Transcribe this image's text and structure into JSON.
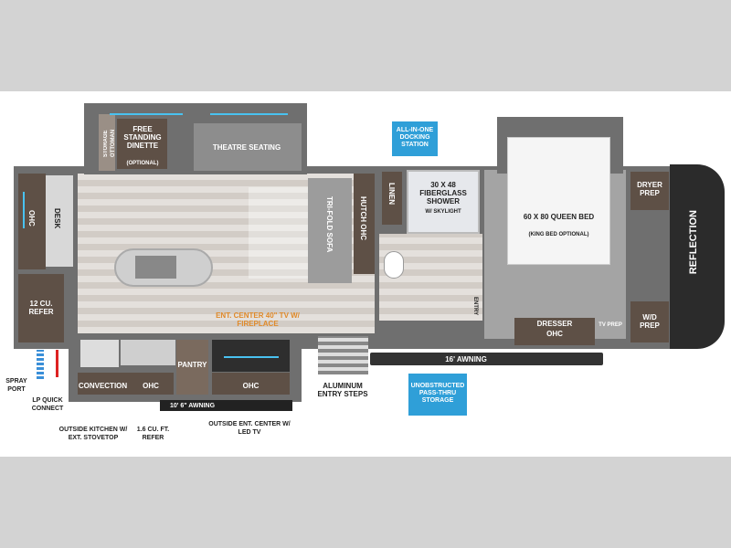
{
  "labels": {
    "free_standing_dinette": "FREE STANDING DINETTE",
    "optional": "(OPTIONAL)",
    "storage_ottoman": "STORAGE OTTOMAN",
    "theatre_seating": "THEATRE SEATING",
    "ohc_left": "OHC",
    "desk": "DESK",
    "refer_12": "12 CU. REFER",
    "ent_center": "ENT. CENTER 40\" TV w/ FIREPLACE",
    "tri_fold_sofa": "TRI-FOLD SOFA",
    "hutch_ohc": "HUTCH OHC",
    "linen": "LINEN",
    "shower": "30 x 48 FIBERGLASS SHOWER",
    "skylight": "w/ SKYLIGHT",
    "queen_bed": "60 x 80 QUEEN BED",
    "king_optional": "(KING BED OPTIONAL)",
    "dryer_prep": "DRYER PREP",
    "wd_prep": "W/D PREP",
    "tv_prep": "TV PREP",
    "dresser": "DRESSER",
    "dresser_ohc": "OHC",
    "entry": "ENTRY",
    "reflection": "REFLECTION",
    "awning_16": "16' AWNING",
    "awning_10": "10' 6\" AWNING",
    "convection": "CONVECTION",
    "ohc_kitchen": "OHC",
    "pantry": "PANTRY",
    "ohc_ent": "OHC",
    "aluminum_steps": "ALUMINUM ENTRY STEPS",
    "spray_port": "SPRAY PORT",
    "lp_quick": "LP QUICK CONNECT",
    "outside_kitchen": "OUTSIDE KITCHEN w/ EXT. STOVETOP",
    "refer_16": "1.6 CU. FT. REFER",
    "outside_ent": "OUTSIDE ENT. CENTER w/ LED TV"
  },
  "badges": {
    "docking": "ALL-IN-ONE DOCKING STATION",
    "storage": "UNOBSTRUCTED PASS-THRU STORAGE"
  },
  "colors": {
    "badge": "#2f9fd8",
    "led": "#49c2f0"
  }
}
